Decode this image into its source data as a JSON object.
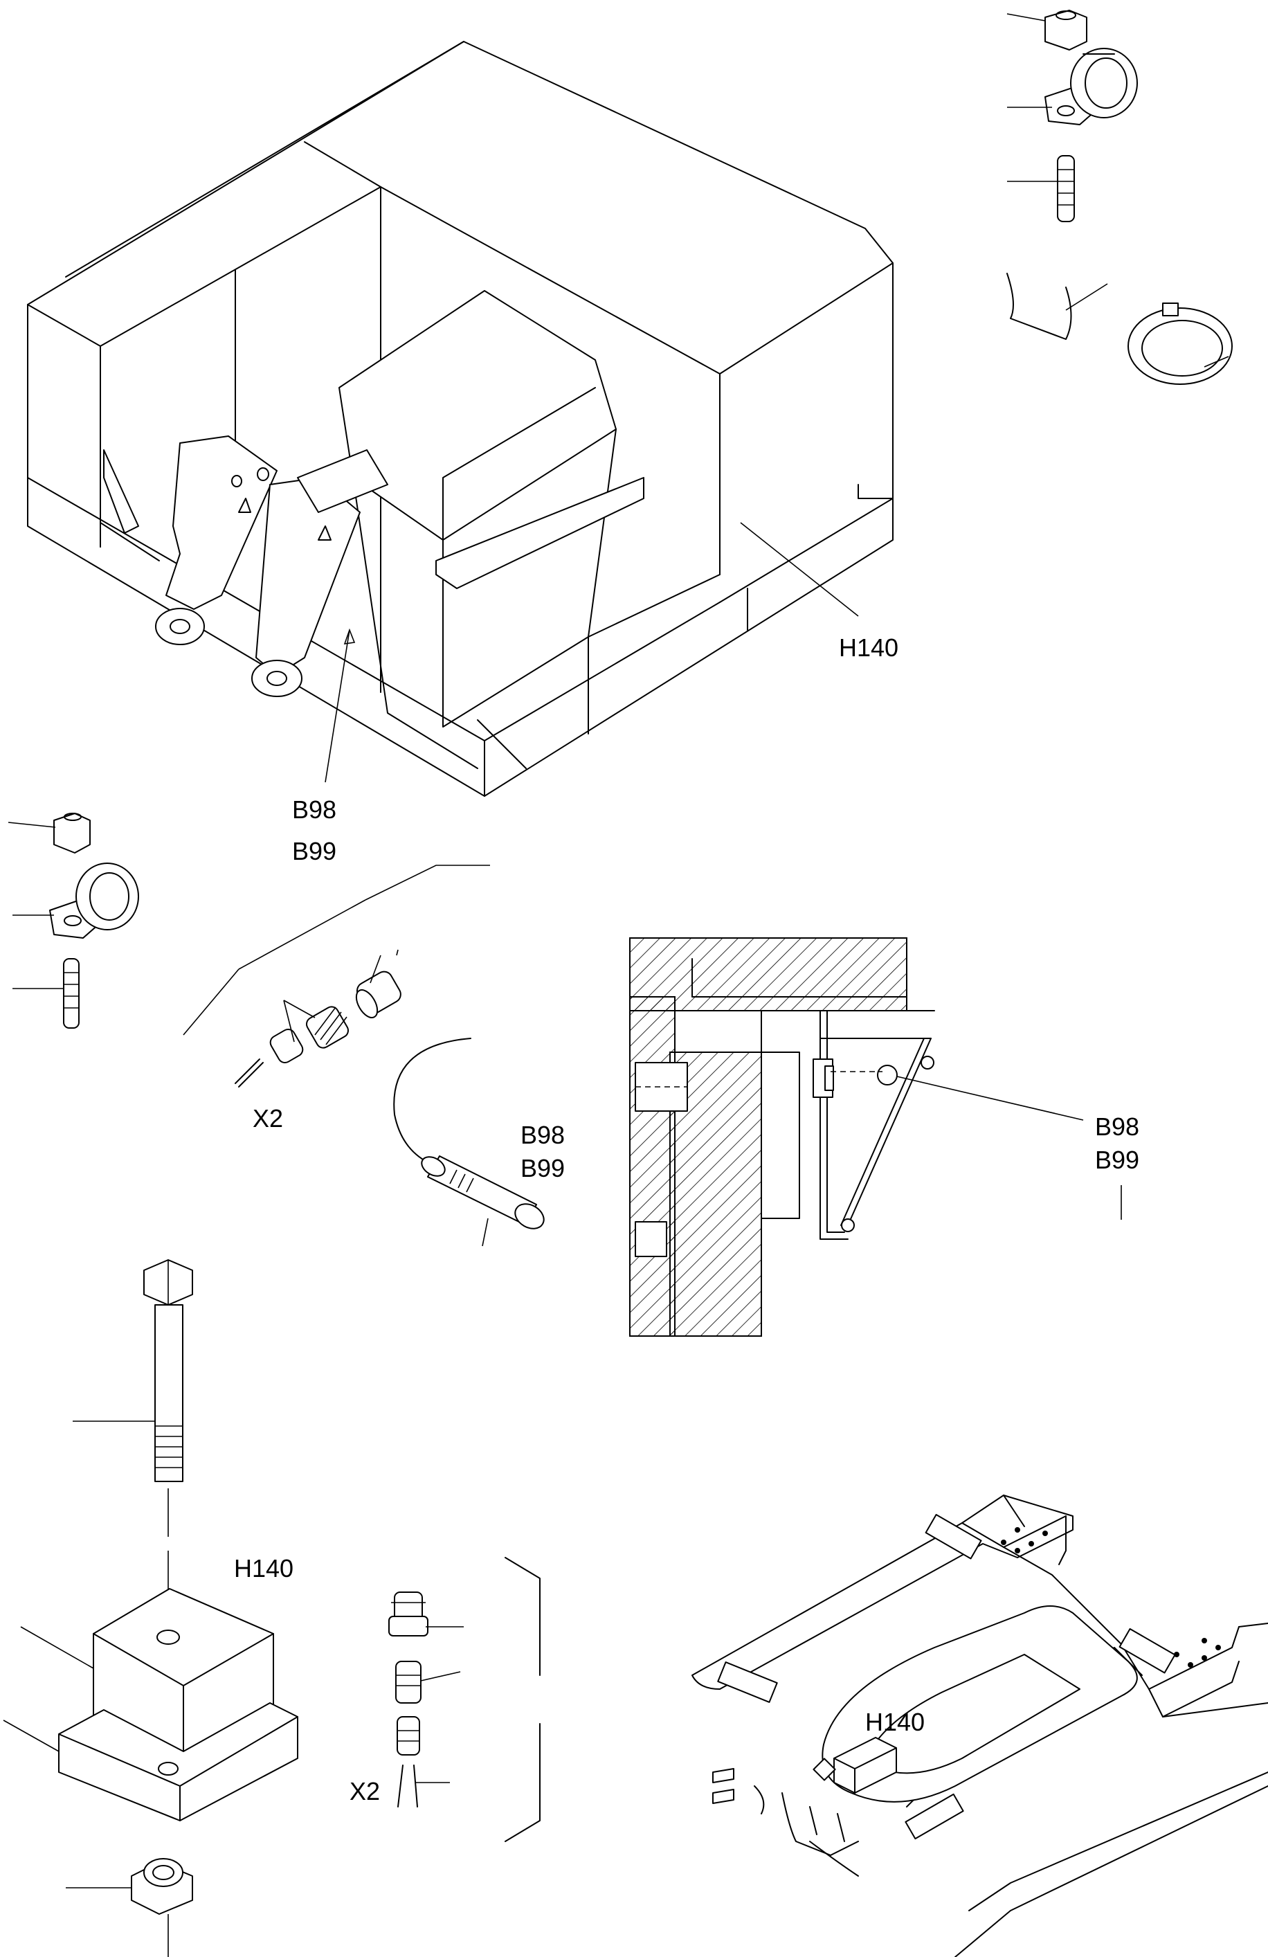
{
  "labels": {
    "h140_top": "H140",
    "b98_top": "B98",
    "b99_top": "B99",
    "x2_left": "X2",
    "b98_sensor": "B98",
    "b99_sensor": "B99",
    "b98_section": "B98",
    "b99_section": "B99",
    "h140_mount": "H140",
    "x2_bottom": "X2",
    "h140_frame": "H140"
  }
}
